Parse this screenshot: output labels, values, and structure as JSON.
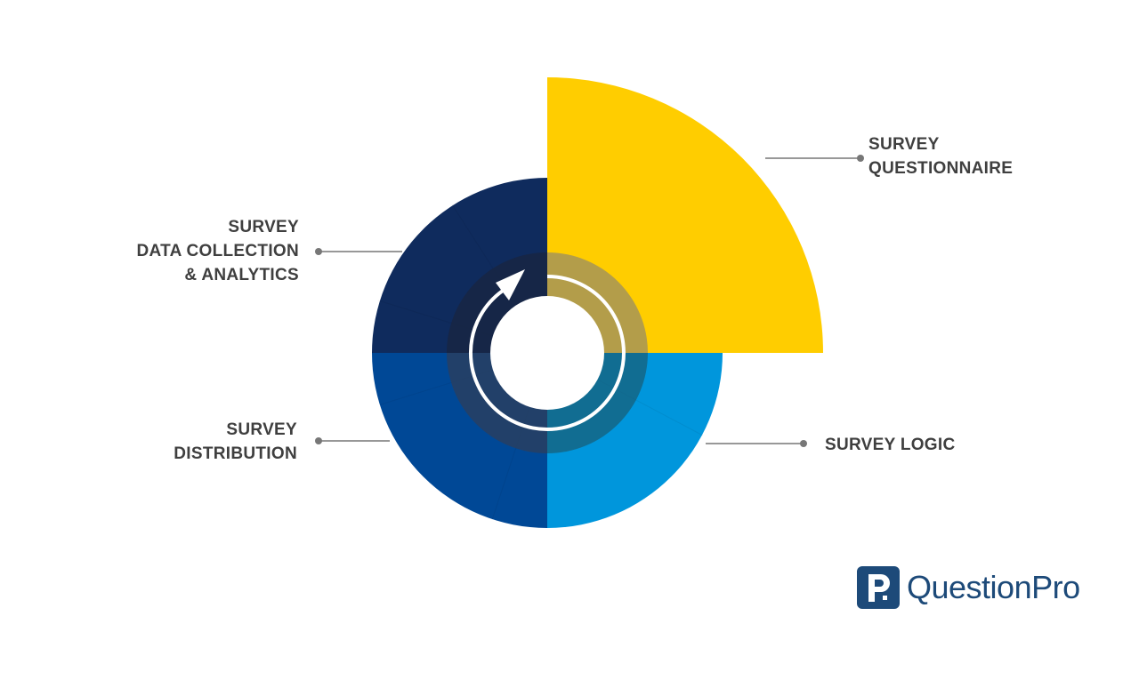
{
  "segments": [
    {
      "id": "questionnaire",
      "lines": [
        "SURVEY",
        "QUESTIONNAIRE"
      ],
      "color": "#ffcd00"
    },
    {
      "id": "logic",
      "lines": [
        "SURVEY LOGIC"
      ],
      "color": "#0096dc"
    },
    {
      "id": "distribution",
      "lines": [
        "SURVEY",
        "DISTRIBUTION"
      ],
      "color": "#004896"
    },
    {
      "id": "collection",
      "lines": [
        "SURVEY",
        "DATA COLLECTION",
        "& ANALYTICS"
      ],
      "color": "#0f2b5d"
    }
  ],
  "cycle": {
    "arrow_color": "#ffffff"
  },
  "brand": {
    "name": "QuestionPro",
    "color": "#1d4a79",
    "icon": "questionpro-p-icon"
  }
}
